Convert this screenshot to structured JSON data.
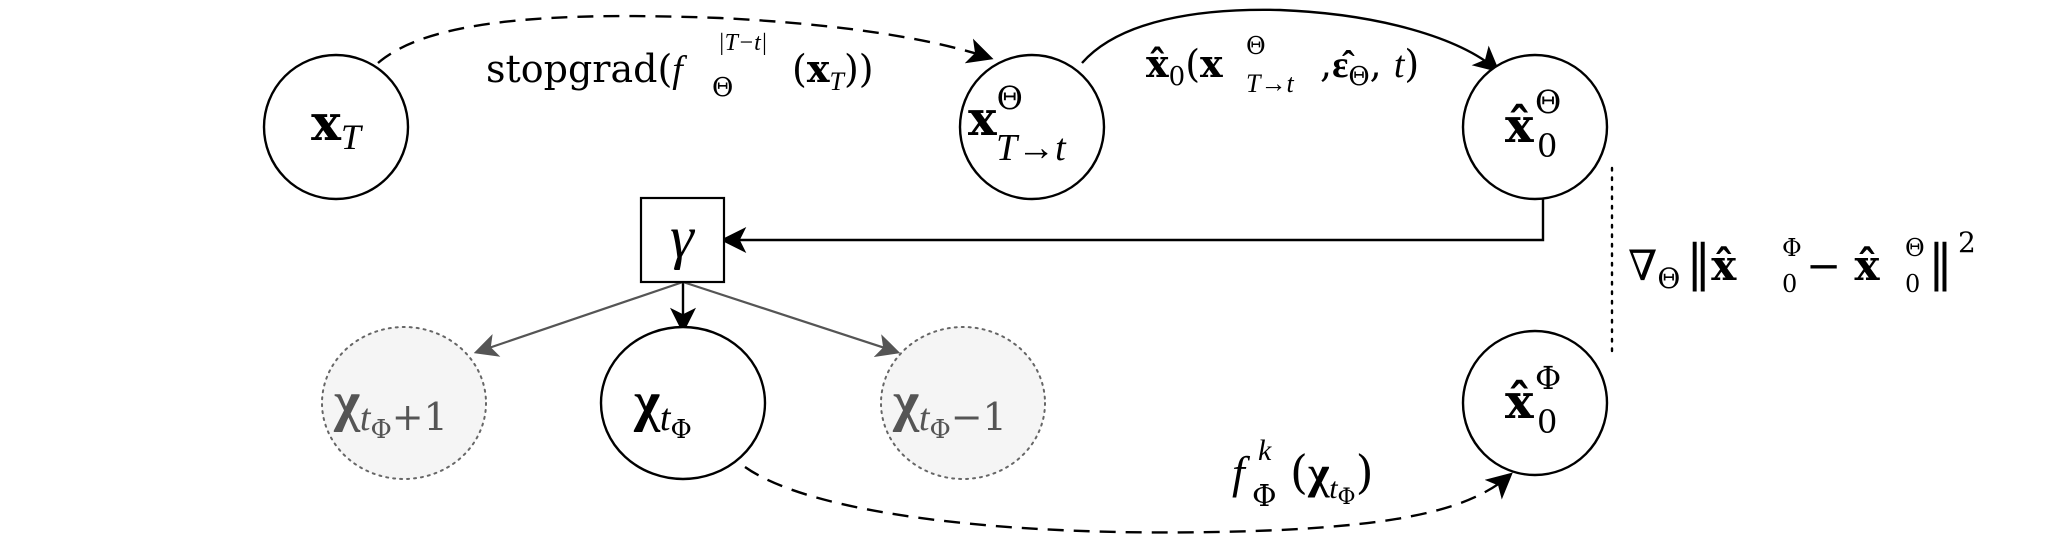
{
  "diagram": {
    "nodes": {
      "xT": {
        "symbol": "x",
        "sub": "T"
      },
      "x_theta_T_to_t": {
        "symbol": "x",
        "sup": "Θ",
        "sub": "T→t"
      },
      "x0_theta": {
        "symbol": "x̂",
        "sup": "Θ",
        "sub": "0"
      },
      "gamma": {
        "symbol": "γ"
      },
      "chi_plus": {
        "symbol": "χ",
        "sub": "t",
        "subsub": "Φ",
        "suffix": "+1"
      },
      "chi": {
        "symbol": "χ",
        "sub": "t",
        "subsub": "Φ"
      },
      "chi_minus": {
        "symbol": "χ",
        "sub": "t",
        "subsub": "Φ",
        "suffix": "−1"
      },
      "x0_phi": {
        "symbol": "x̂",
        "sup": "Φ",
        "sub": "0"
      }
    },
    "edge_labels": {
      "stopgrad": {
        "prefix": "stopgrad(",
        "f": "f",
        "sup": "|T−t|",
        "sub": "Θ",
        "arg_open": "(",
        "x": "x",
        "x_sub": "T",
        "close": "))"
      },
      "x0_pred": {
        "xhat": "x̂",
        "xhat_sub": "0",
        "open": "(",
        "x": "x",
        "x_sup": "Θ",
        "x_sub": "T→t",
        "comma1": ",",
        "eps": "ε̂",
        "eps_sub": "Θ",
        "comma2": ", ",
        "t": "t",
        "close": ")"
      },
      "f_phi": {
        "f": "f",
        "sup": "k",
        "sub": "Φ",
        "open": "(",
        "chi": "χ",
        "chi_sub": "t",
        "chi_subsub": "Φ",
        "close": ")"
      },
      "grad": {
        "nabla": "∇",
        "nabla_sub": "Θ",
        "norm_open": "‖",
        "a": "x̂",
        "a_sup": "Φ",
        "a_sub": "0",
        "minus": " − ",
        "b": "x̂",
        "b_sup": "Θ",
        "b_sub": "0",
        "norm_close": "‖",
        "pow": "2"
      }
    }
  }
}
